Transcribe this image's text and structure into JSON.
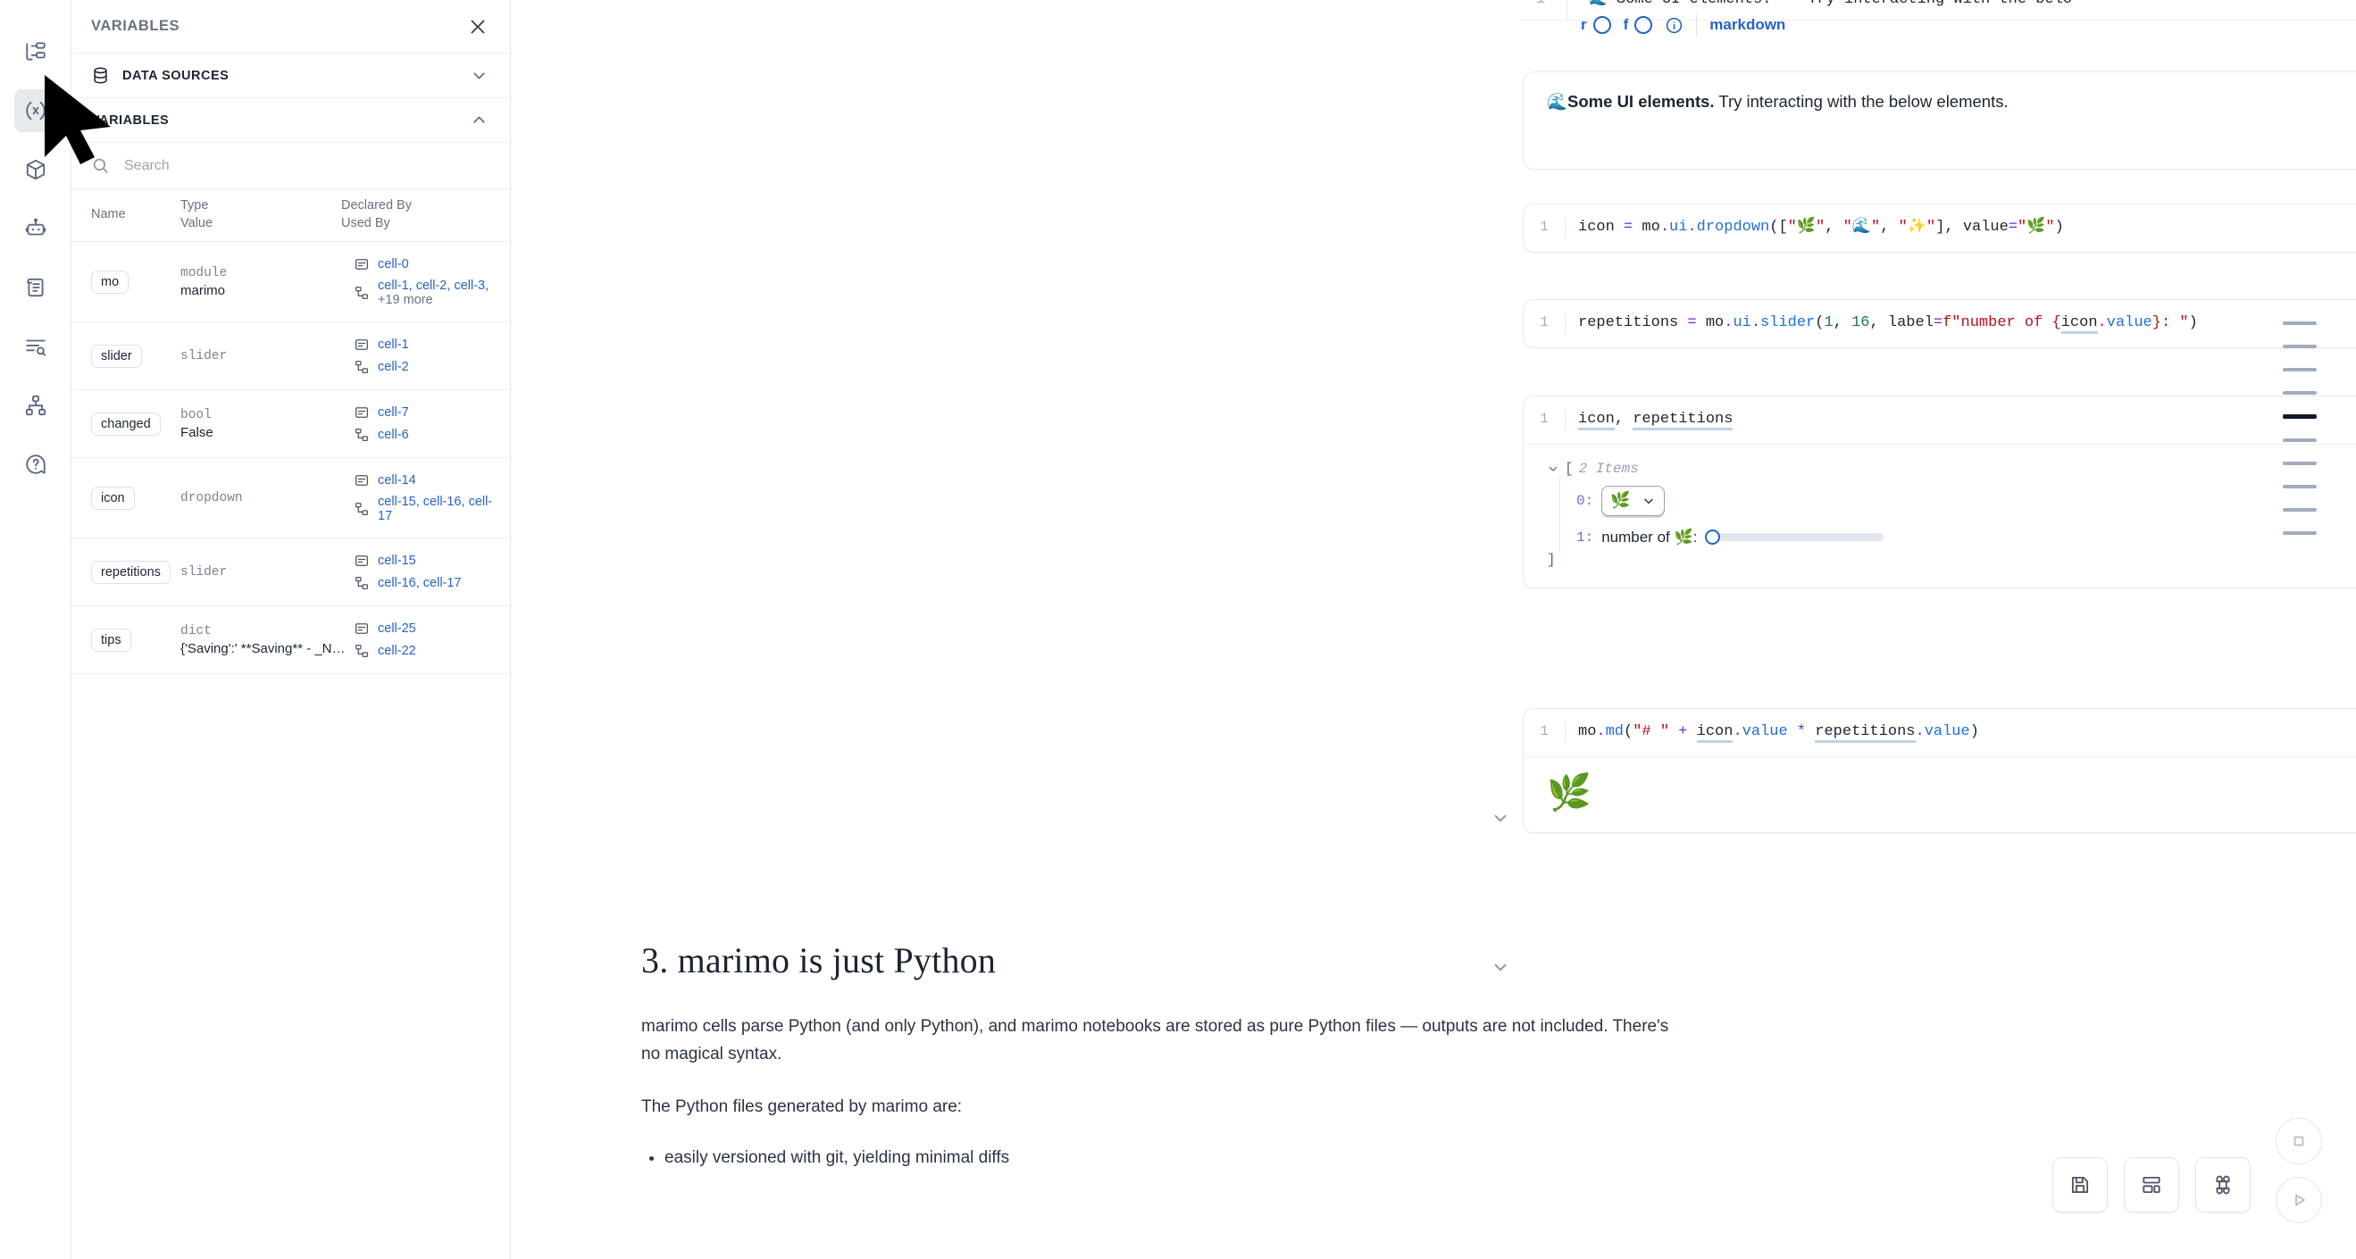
{
  "rail": {
    "items": [
      {
        "name": "file-tree-icon",
        "label": "File Explorer"
      },
      {
        "name": "variables-icon",
        "label": "Variables",
        "active": true
      },
      {
        "name": "package-icon",
        "label": "Packages"
      },
      {
        "name": "robot-icon",
        "label": "Chat / AI"
      },
      {
        "name": "scroll-icon",
        "label": "Logs"
      },
      {
        "name": "outline-search-icon",
        "label": "Outline"
      },
      {
        "name": "dependency-graph-icon",
        "label": "Dependency Graph"
      },
      {
        "name": "help-icon",
        "label": "Help"
      }
    ]
  },
  "panel": {
    "title": "VARIABLES",
    "close_label": "Close",
    "sections": [
      {
        "id": "data-sources",
        "label": "DATA SOURCES",
        "expanded": false,
        "chevron": "down"
      },
      {
        "id": "variables",
        "label": "VARIABLES",
        "expanded": true,
        "chevron": "up"
      }
    ],
    "search": {
      "placeholder": "Search",
      "value": ""
    },
    "table": {
      "headers": {
        "name": "Name",
        "type": "Type",
        "value": "Value",
        "declared_by": "Declared By",
        "used_by": "Used By"
      },
      "rows": [
        {
          "name": "mo",
          "type": "module",
          "value": "marimo",
          "declared_by": [
            "cell-0"
          ],
          "used_by": [
            "cell-1",
            "cell-2",
            "cell-3"
          ],
          "used_by_more": "+19 more"
        },
        {
          "name": "slider",
          "type": "slider",
          "value": "",
          "declared_by": [
            "cell-1"
          ],
          "used_by": [
            "cell-2"
          ],
          "used_by_more": ""
        },
        {
          "name": "changed",
          "type": "bool",
          "value": "False",
          "declared_by": [
            "cell-7"
          ],
          "used_by": [
            "cell-6"
          ],
          "used_by_more": ""
        },
        {
          "name": "icon",
          "type": "dropdown",
          "value": "",
          "declared_by": [
            "cell-14"
          ],
          "used_by": [
            "cell-15",
            "cell-16",
            "cell-17"
          ],
          "used_by_more": ""
        },
        {
          "name": "repetitions",
          "type": "slider",
          "value": "",
          "declared_by": [
            "cell-15"
          ],
          "used_by": [
            "cell-16",
            "cell-17"
          ],
          "used_by_more": ""
        },
        {
          "name": "tips",
          "type": "dict",
          "value": "{'Saving':' **Saving** - _Na...",
          "declared_by": [
            "cell-25"
          ],
          "used_by": [
            "cell-22"
          ],
          "used_by_more": ""
        }
      ]
    }
  },
  "notebook": {
    "partial_cell_top": {
      "line_number": "1",
      "code": "\"\"\"🌊 Some UI elements.\"\"\" Try interacting with the belo"
    },
    "cell_toolbar": {
      "flag_r": "r",
      "flag_f": "f",
      "info_icon": "info-icon",
      "language": "markdown",
      "menu_icon": "hamburger-menu-icon",
      "settings_icon": "gear-icon",
      "close_icon": "close-icon"
    },
    "markdown_output": {
      "emoji": "🌊",
      "bold": "Some UI elements.",
      "rest": " Try interacting with the below elements."
    },
    "cells": [
      {
        "id": "cell-dropdown",
        "line_number": "1",
        "code_html": "icon <span class=\"tk-op\">=</span> mo<span class=\"tk-op\">.</span><span class=\"tk-attr\">ui</span><span class=\"tk-op\">.</span><span class=\"tk-attr\">dropdown</span>([<span class=\"tk-str\">\"🌿\"</span>, <span class=\"tk-str\">\"🌊\"</span>, <span class=\"tk-str\">\"✨\"</span>], value<span class=\"tk-op\">=</span><span class=\"tk-str\">\"🌿\"</span>)",
        "code_text": "icon = mo.ui.dropdown([\"🌿\", \"🌊\", \"✨\"], value=\"🌿\")"
      },
      {
        "id": "cell-slider",
        "line_number": "1",
        "code_html": "repetitions <span class=\"tk-op\">=</span> mo<span class=\"tk-op\">.</span><span class=\"tk-attr\">ui</span><span class=\"tk-op\">.</span><span class=\"tk-attr\">slider</span>(<span class=\"tk-num\">1</span>, <span class=\"tk-num\">16</span>, label<span class=\"tk-op\">=</span><span class=\"tk-str\">f\"number of {</span><span class=\"tk-var-ul\">icon</span><span class=\"tk-op\">.</span><span class=\"tk-attr\">value</span><span class=\"tk-str\">}: \"</span>)",
        "code_text": "repetitions = mo.ui.slider(1, 16, label=f\"number of {icon.value}: \")"
      },
      {
        "id": "cell-display",
        "line_number": "1",
        "code_html": "<span class=\"tk-var-ul\">icon</span>, <span class=\"tk-var-ul\">repetitions</span>",
        "code_text": "icon, repetitions"
      },
      {
        "id": "cell-md",
        "line_number": "1",
        "code_html": "mo<span class=\"tk-op\">.</span><span class=\"tk-attr\">md</span>(<span class=\"tk-str\">\"# \"</span> <span class=\"tk-op\">+</span> <span class=\"tk-var-ul\">icon</span><span class=\"tk-op\">.</span><span class=\"tk-attr\">value</span> <span class=\"tk-op\">*</span> <span class=\"tk-var-ul\">repetitions</span><span class=\"tk-op\">.</span><span class=\"tk-attr\">value</span>)",
        "code_text": "mo.md(\"# \" + icon.value * repetitions.value)"
      }
    ],
    "list_output": {
      "open_bracket": "[",
      "close_bracket": "]",
      "items_label": "2 Items",
      "entries": [
        {
          "key": "0:",
          "kind": "dropdown",
          "value": "🌿"
        },
        {
          "key": "1:",
          "kind": "slider",
          "label": "number of 🌿:",
          "value": 1,
          "min": 1,
          "max": 16
        }
      ]
    },
    "md_output_emoji": "🌿",
    "section": {
      "heading": "3. marimo is just Python",
      "paragraphs": [
        "marimo cells parse Python (and only Python), and marimo notebooks are stored as pure Python files — outputs are not included. There's no magical syntax.",
        "The Python files generated by marimo are:"
      ],
      "bullets": [
        "easily versioned with git, yielding minimal diffs"
      ]
    },
    "minimap": {
      "ticks": 10,
      "current_index": 4
    },
    "floating_toolbar": {
      "buttons": [
        {
          "name": "save-button",
          "icon": "save-icon"
        },
        {
          "name": "layout-button",
          "icon": "layout-icon"
        },
        {
          "name": "command-palette-button",
          "icon": "command-icon"
        }
      ],
      "run_controls": [
        {
          "name": "stop-button",
          "icon": "stop-icon"
        },
        {
          "name": "run-button",
          "icon": "play-icon"
        }
      ]
    }
  },
  "colors": {
    "accent_blue": "#2563c9",
    "danger_red": "#d8453d",
    "text": "#1d2433",
    "muted": "#6a7183",
    "border": "#e7eaf0"
  }
}
